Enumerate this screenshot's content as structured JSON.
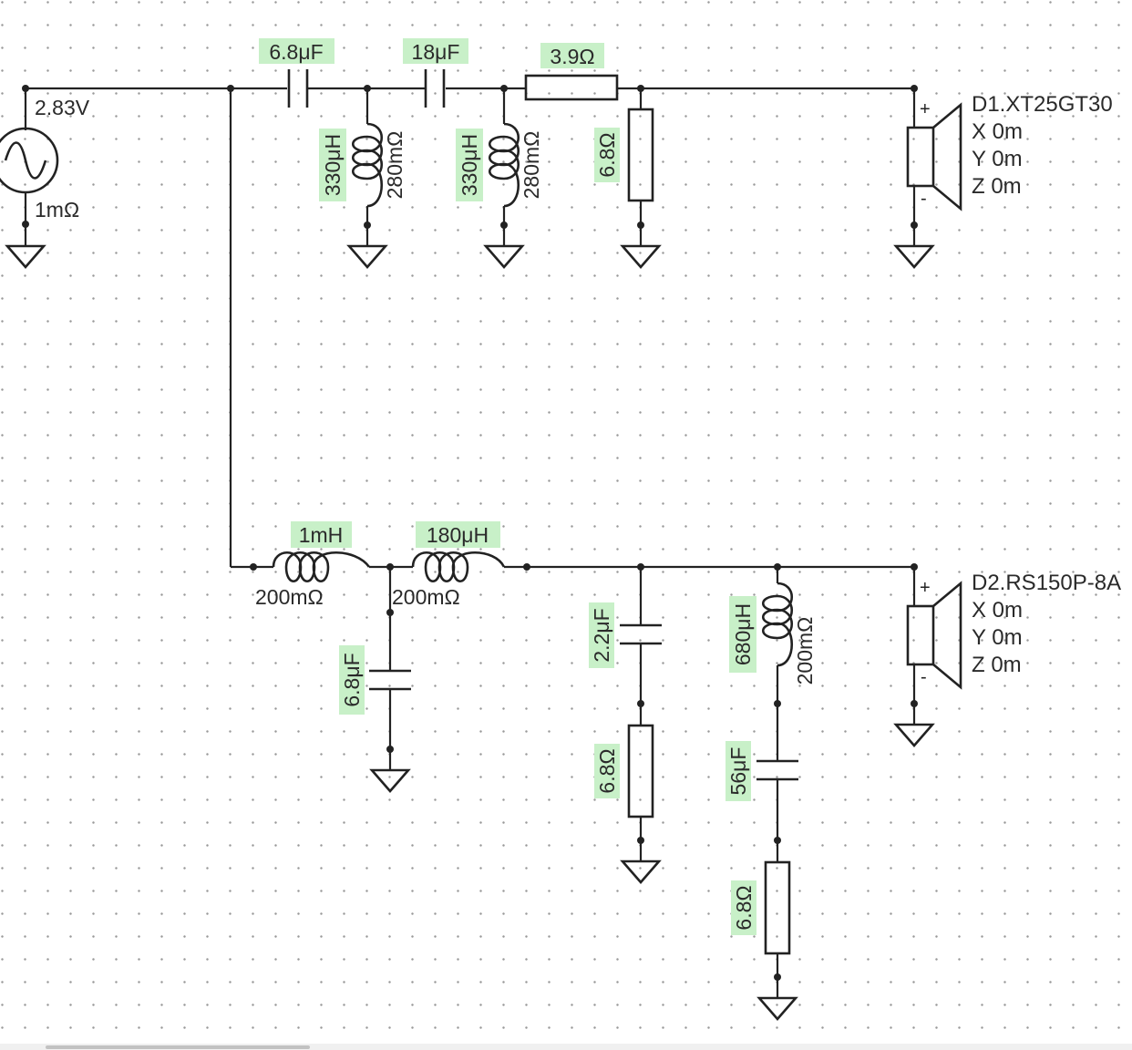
{
  "source": {
    "voltage": "2.83V",
    "resistance": "1mΩ"
  },
  "tweeter": {
    "c1": "6.8μF",
    "c2": "18μF",
    "r_series": "3.9Ω",
    "l1": "330μH",
    "l1_res": "280mΩ",
    "l2": "330μH",
    "l2_res": "280mΩ",
    "r_shunt": "6.8Ω"
  },
  "woofer": {
    "l1": "1mH",
    "l1_res": "200mΩ",
    "l2": "180μH",
    "l2_res": "200mΩ",
    "c_shunt": "6.8μF",
    "zobel_c": "2.2μF",
    "zobel_r": "6.8Ω",
    "notch_l": "680μH",
    "notch_l_res": "200mΩ",
    "notch_c": "56μF",
    "notch_r": "6.8Ω"
  },
  "drivers": [
    {
      "name": "D1.XT25GT30",
      "x": "X 0m",
      "y": "Y 0m",
      "z": "Z 0m",
      "plus": "+",
      "minus": "-"
    },
    {
      "name": "D2.RS150P-8A",
      "x": "X 0m",
      "y": "Y 0m",
      "z": "Z 0m",
      "plus": "+",
      "minus": "-"
    }
  ],
  "colors": {
    "label_highlight": "#c8f0c8",
    "wire": "#222222",
    "grid_dot": "#9a9a9a"
  }
}
